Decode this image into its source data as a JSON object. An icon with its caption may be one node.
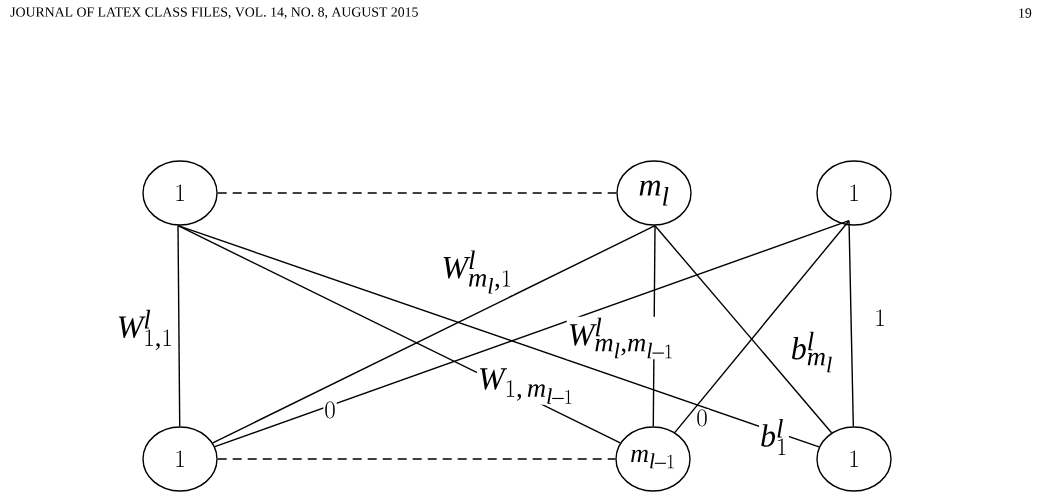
{
  "diagram": {
    "nodes": [
      {
        "text": [
          "1"
        ]
      },
      {
        "text": [
          "m_{l}"
        ]
      },
      {
        "text": [
          "1"
        ]
      },
      {
        "text": [
          "1"
        ]
      },
      {
        "text": [
          "m_{l-1}"
        ]
      },
      {
        "text": [
          "1"
        ]
      }
    ],
    "edges": [
      {
        "from": 0,
        "to": 1,
        "arrow": "none",
        "style": "dashed"
      },
      {
        "from": 3,
        "to": 4,
        "arrow": "none",
        "style": "dashed"
      },
      {
        "from": 0,
        "to": 3,
        "arrow": "none",
        "label": "W^{l}_{1,1}"
      },
      {
        "from": 0,
        "to": 4,
        "arrow": "none",
        "label": "W_{1,\\,m_{l-1}}"
      },
      {
        "from": 0,
        "to": 5,
        "arrow": "none",
        "label": "b^{l}_{1}"
      },
      {
        "from": 1,
        "to": 3,
        "arrow": "none",
        "label": "W^{l}_{m_{l},1}"
      },
      {
        "from": 1,
        "to": 4,
        "arrow": "none",
        "label": "W^{l}_{m_{l},m_{l-1}}"
      },
      {
        "from": 1,
        "to": 5,
        "arrow": "none",
        "label": "b^{l}_{m_{l}}"
      },
      {
        "from": 2,
        "to": 3,
        "arrow": "none",
        "label": "0"
      },
      {
        "from": 2,
        "to": 4,
        "arrow": "none",
        "label": "0"
      },
      {
        "from": 2,
        "to": 5,
        "arrow": "none",
        "label": "1"
      }
    ],
    "labels": [
      "JOURNAL OF LATEX CLASS FILES, VOL. 14, NO. 8, AUGUST 2015",
      "19"
    ]
  }
}
